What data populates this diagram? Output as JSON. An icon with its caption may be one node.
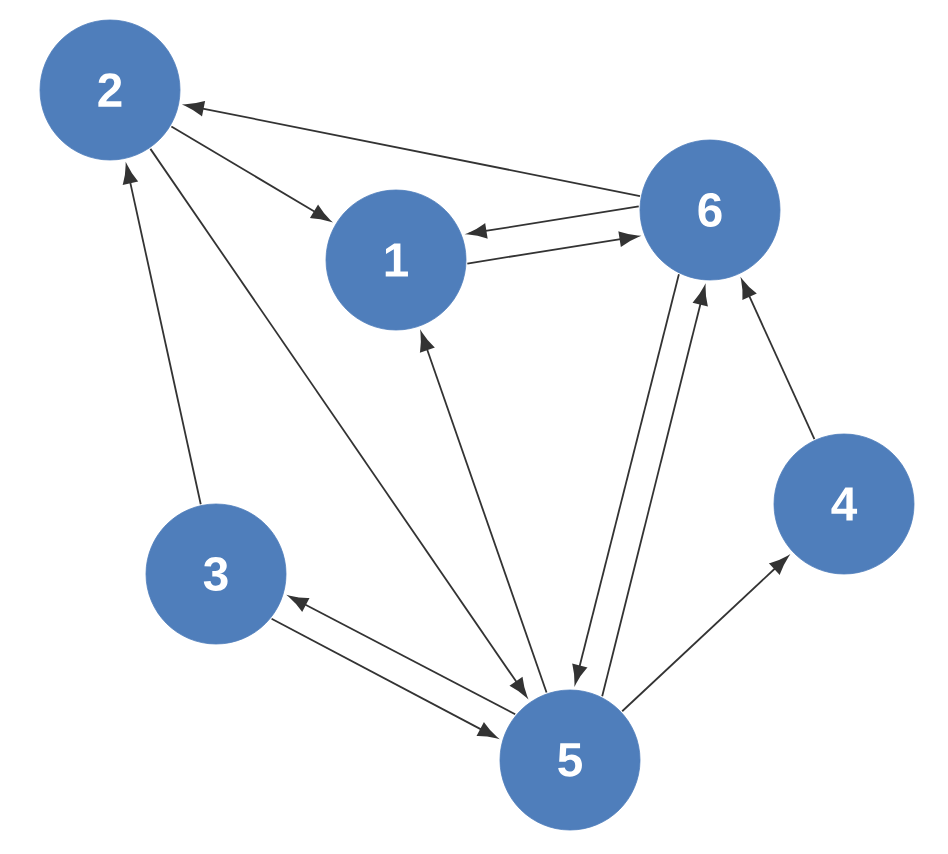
{
  "diagram": {
    "nodes": [
      {
        "text": [
          "1"
        ]
      },
      {
        "text": [
          "2"
        ]
      },
      {
        "text": [
          "3"
        ]
      },
      {
        "text": [
          "4"
        ]
      },
      {
        "text": [
          "5"
        ]
      },
      {
        "text": [
          "6"
        ]
      }
    ],
    "edges": [
      {
        "from": 5,
        "to": 1,
        "arrow": "to"
      },
      {
        "from": 1,
        "to": 0,
        "arrow": "to"
      },
      {
        "from": 5,
        "to": 0,
        "arrow": "to"
      },
      {
        "from": 0,
        "to": 5,
        "arrow": "to"
      },
      {
        "from": 1,
        "to": 4,
        "arrow": "to"
      },
      {
        "from": 2,
        "to": 1,
        "arrow": "to"
      },
      {
        "from": 4,
        "to": 0,
        "arrow": "to"
      },
      {
        "from": 5,
        "to": 4,
        "arrow": "to"
      },
      {
        "from": 4,
        "to": 5,
        "arrow": "to"
      },
      {
        "from": 3,
        "to": 5,
        "arrow": "to"
      },
      {
        "from": 4,
        "to": 3,
        "arrow": "to"
      },
      {
        "from": 4,
        "to": 2,
        "arrow": "to"
      },
      {
        "from": 2,
        "to": 4,
        "arrow": "to"
      }
    ]
  }
}
